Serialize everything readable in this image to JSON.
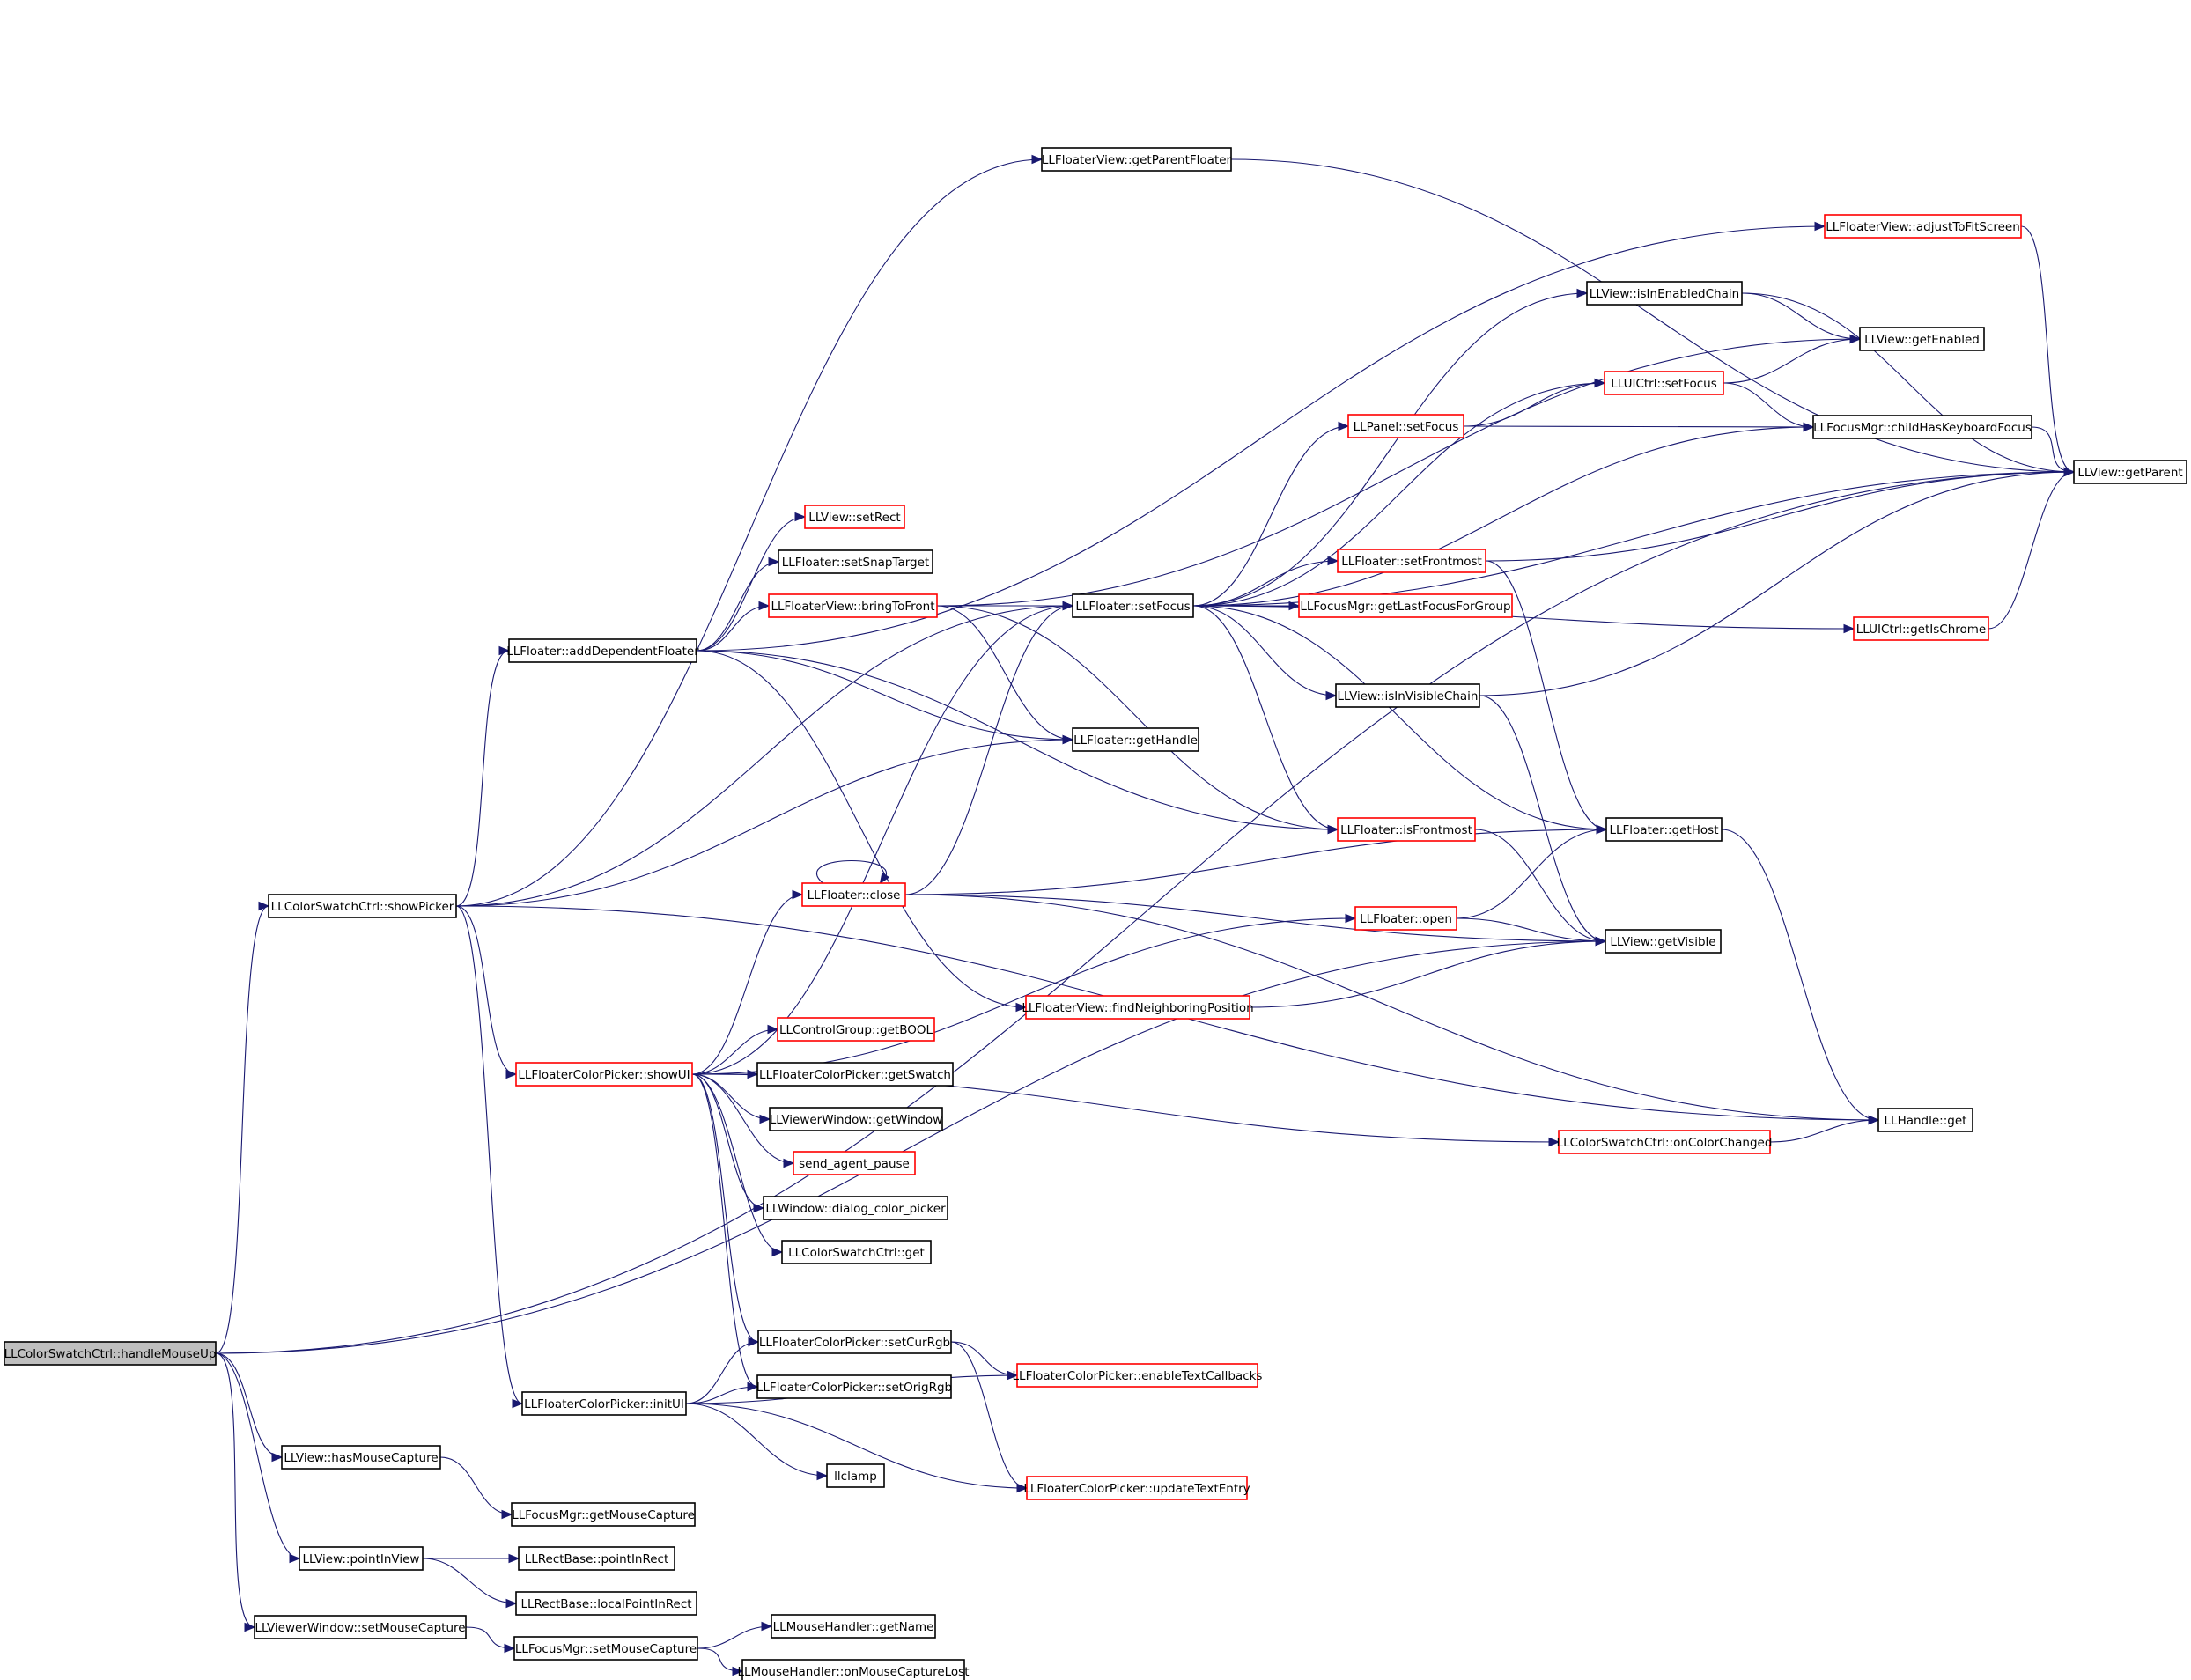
{
  "colors": {
    "edge": "#191970",
    "node_border_default": "#000000",
    "node_border_truncated": "#ff0000",
    "root_fill": "#bfbfbf",
    "node_fill": "#ffffff",
    "background": "#ffffff"
  },
  "nodes": [
    {
      "id": "root",
      "label": "LLColorSwatchCtrl::handleMouseUp",
      "root": true,
      "truncated": false
    },
    {
      "id": "showPicker",
      "label": "LLColorSwatchCtrl::showPicker",
      "truncated": false
    },
    {
      "id": "hasMouseCapture",
      "label": "LLView::hasMouseCapture",
      "truncated": false
    },
    {
      "id": "pointInView",
      "label": "LLView::pointInView",
      "truncated": false
    },
    {
      "id": "vwSetMouseCapture",
      "label": "LLViewerWindow::setMouseCapture",
      "truncated": false
    },
    {
      "id": "getParentFloater",
      "label": "LLFloaterView::getParentFloater",
      "truncated": false
    },
    {
      "id": "adjustToFitScreen",
      "label": "LLFloaterView::adjustToFitScreen",
      "truncated": true
    },
    {
      "id": "isInEnabledChain",
      "label": "LLView::isInEnabledChain",
      "truncated": false
    },
    {
      "id": "getEnabled",
      "label": "LLView::getEnabled",
      "truncated": false
    },
    {
      "id": "uiSetFocus",
      "label": "LLUICtrl::setFocus",
      "truncated": true
    },
    {
      "id": "panelSetFocus",
      "label": "LLPanel::setFocus",
      "truncated": true
    },
    {
      "id": "childHasKeyboardFocus",
      "label": "LLFocusMgr::childHasKeyboardFocus",
      "truncated": false
    },
    {
      "id": "getParent",
      "label": "LLView::getParent",
      "truncated": false
    },
    {
      "id": "setRect",
      "label": "LLView::setRect",
      "truncated": true
    },
    {
      "id": "setSnapTarget",
      "label": "LLFloater::setSnapTarget",
      "truncated": false
    },
    {
      "id": "setFrontmost",
      "label": "LLFloater::setFrontmost",
      "truncated": true
    },
    {
      "id": "bringToFront",
      "label": "LLFloaterView::bringToFront",
      "truncated": true
    },
    {
      "id": "floaterSetFocus",
      "label": "LLFloater::setFocus",
      "truncated": false
    },
    {
      "id": "getLastFocusForGroup",
      "label": "LLFocusMgr::getLastFocusForGroup",
      "truncated": true
    },
    {
      "id": "getIsChrome",
      "label": "LLUICtrl::getIsChrome",
      "truncated": true
    },
    {
      "id": "addDependentFloater",
      "label": "LLFloater::addDependentFloater",
      "truncated": false
    },
    {
      "id": "isInVisibleChain",
      "label": "LLView::isInVisibleChain",
      "truncated": false
    },
    {
      "id": "getHandle",
      "label": "LLFloater::getHandle",
      "truncated": false
    },
    {
      "id": "isFrontmost",
      "label": "LLFloater::isFrontmost",
      "truncated": true
    },
    {
      "id": "getHost",
      "label": "LLFloater::getHost",
      "truncated": false
    },
    {
      "id": "close",
      "label": "LLFloater::close",
      "truncated": true
    },
    {
      "id": "open",
      "label": "LLFloater::open",
      "truncated": true
    },
    {
      "id": "getVisible",
      "label": "LLView::getVisible",
      "truncated": false
    },
    {
      "id": "findNeighboringPosition",
      "label": "LLFloaterView::findNeighboringPosition",
      "truncated": true
    },
    {
      "id": "getBOOL",
      "label": "LLControlGroup::getBOOL",
      "truncated": true
    },
    {
      "id": "showUI",
      "label": "LLFloaterColorPicker::showUI",
      "truncated": true
    },
    {
      "id": "getSwatch",
      "label": "LLFloaterColorPicker::getSwatch",
      "truncated": false
    },
    {
      "id": "getWindow",
      "label": "LLViewerWindow::getWindow",
      "truncated": false
    },
    {
      "id": "sendAgentPause",
      "label": "send_agent_pause",
      "truncated": true
    },
    {
      "id": "dialogColorPicker",
      "label": "LLWindow::dialog_color_picker",
      "truncated": false
    },
    {
      "id": "swatchGet",
      "label": "LLColorSwatchCtrl::get",
      "truncated": false
    },
    {
      "id": "handleGet",
      "label": "LLHandle::get",
      "truncated": false
    },
    {
      "id": "onColorChanged",
      "label": "LLColorSwatchCtrl::onColorChanged",
      "truncated": true
    },
    {
      "id": "setCurRgb",
      "label": "LLFloaterColorPicker::setCurRgb",
      "truncated": false
    },
    {
      "id": "enableTextCallbacks",
      "label": "LLFloaterColorPicker::enableTextCallbacks",
      "truncated": true
    },
    {
      "id": "initUI",
      "label": "LLFloaterColorPicker::initUI",
      "truncated": false
    },
    {
      "id": "setOrigRgb",
      "label": "LLFloaterColorPicker::setOrigRgb",
      "truncated": false
    },
    {
      "id": "llclamp",
      "label": "llclamp",
      "truncated": false
    },
    {
      "id": "updateTextEntry",
      "label": "LLFloaterColorPicker::updateTextEntry",
      "truncated": true
    },
    {
      "id": "getMouseCapture",
      "label": "LLFocusMgr::getMouseCapture",
      "truncated": false
    },
    {
      "id": "pointInRect",
      "label": "LLRectBase::pointInRect",
      "truncated": false
    },
    {
      "id": "localPointInRect",
      "label": "LLRectBase::localPointInRect",
      "truncated": false
    },
    {
      "id": "fmSetMouseCapture",
      "label": "LLFocusMgr::setMouseCapture",
      "truncated": false
    },
    {
      "id": "getName",
      "label": "LLMouseHandler::getName",
      "truncated": false
    },
    {
      "id": "onMouseCaptureLost",
      "label": "LLMouseHandler::onMouseCaptureLost",
      "truncated": false
    }
  ],
  "edges": [
    [
      "root",
      "showPicker"
    ],
    [
      "root",
      "hasMouseCapture"
    ],
    [
      "root",
      "pointInView"
    ],
    [
      "root",
      "vwSetMouseCapture"
    ],
    [
      "root",
      "getParent"
    ],
    [
      "root",
      "getVisible"
    ],
    [
      "showPicker",
      "getParentFloater"
    ],
    [
      "showPicker",
      "floaterSetFocus"
    ],
    [
      "showPicker",
      "addDependentFloater"
    ],
    [
      "showPicker",
      "getHandle"
    ],
    [
      "showPicker",
      "showUI"
    ],
    [
      "showPicker",
      "initUI"
    ],
    [
      "showPicker",
      "handleGet"
    ],
    [
      "getParentFloater",
      "getParent"
    ],
    [
      "adjustToFitScreen",
      "getParent"
    ],
    [
      "isInEnabledChain",
      "getEnabled"
    ],
    [
      "isInEnabledChain",
      "getParent"
    ],
    [
      "uiSetFocus",
      "getEnabled"
    ],
    [
      "uiSetFocus",
      "childHasKeyboardFocus"
    ],
    [
      "panelSetFocus",
      "uiSetFocus"
    ],
    [
      "panelSetFocus",
      "childHasKeyboardFocus"
    ],
    [
      "childHasKeyboardFocus",
      "getParent"
    ],
    [
      "setFrontmost",
      "getParent"
    ],
    [
      "setFrontmost",
      "getHost"
    ],
    [
      "bringToFront",
      "floaterSetFocus"
    ],
    [
      "bringToFront",
      "getHandle"
    ],
    [
      "bringToFront",
      "isFrontmost"
    ],
    [
      "bringToFront",
      "getEnabled"
    ],
    [
      "floaterSetFocus",
      "isInEnabledChain"
    ],
    [
      "floaterSetFocus",
      "uiSetFocus"
    ],
    [
      "floaterSetFocus",
      "panelSetFocus"
    ],
    [
      "floaterSetFocus",
      "childHasKeyboardFocus"
    ],
    [
      "floaterSetFocus",
      "getParent"
    ],
    [
      "floaterSetFocus",
      "setFrontmost"
    ],
    [
      "floaterSetFocus",
      "getLastFocusForGroup"
    ],
    [
      "floaterSetFocus",
      "getIsChrome"
    ],
    [
      "floaterSetFocus",
      "isInVisibleChain"
    ],
    [
      "floaterSetFocus",
      "getHost"
    ],
    [
      "floaterSetFocus",
      "isFrontmost"
    ],
    [
      "getIsChrome",
      "getParent"
    ],
    [
      "addDependentFloater",
      "setRect"
    ],
    [
      "addDependentFloater",
      "setSnapTarget"
    ],
    [
      "addDependentFloater",
      "bringToFront"
    ],
    [
      "addDependentFloater",
      "getHandle"
    ],
    [
      "addDependentFloater",
      "isFrontmost"
    ],
    [
      "addDependentFloater",
      "adjustToFitScreen"
    ],
    [
      "addDependentFloater",
      "findNeighboringPosition"
    ],
    [
      "isInVisibleChain",
      "getParent"
    ],
    [
      "isInVisibleChain",
      "getVisible"
    ],
    [
      "isFrontmost",
      "getVisible"
    ],
    [
      "getHost",
      "handleGet"
    ],
    [
      "close",
      "close"
    ],
    [
      "close",
      "floaterSetFocus"
    ],
    [
      "close",
      "getHost"
    ],
    [
      "close",
      "getVisible"
    ],
    [
      "close",
      "handleGet"
    ],
    [
      "open",
      "getHost"
    ],
    [
      "open",
      "getVisible"
    ],
    [
      "findNeighboringPosition",
      "getVisible"
    ],
    [
      "showUI",
      "getBOOL"
    ],
    [
      "showUI",
      "getSwatch"
    ],
    [
      "showUI",
      "getWindow"
    ],
    [
      "showUI",
      "sendAgentPause"
    ],
    [
      "showUI",
      "dialogColorPicker"
    ],
    [
      "showUI",
      "swatchGet"
    ],
    [
      "showUI",
      "setCurRgb"
    ],
    [
      "showUI",
      "setOrigRgb"
    ],
    [
      "showUI",
      "close"
    ],
    [
      "showUI",
      "floaterSetFocus"
    ],
    [
      "showUI",
      "open"
    ],
    [
      "showUI",
      "onColorChanged"
    ],
    [
      "onColorChanged",
      "handleGet"
    ],
    [
      "setCurRgb",
      "enableTextCallbacks"
    ],
    [
      "setCurRgb",
      "updateTextEntry"
    ],
    [
      "initUI",
      "setCurRgb"
    ],
    [
      "initUI",
      "setOrigRgb"
    ],
    [
      "initUI",
      "enableTextCallbacks"
    ],
    [
      "initUI",
      "llclamp"
    ],
    [
      "initUI",
      "updateTextEntry"
    ],
    [
      "hasMouseCapture",
      "getMouseCapture"
    ],
    [
      "pointInView",
      "pointInRect"
    ],
    [
      "pointInView",
      "localPointInRect"
    ],
    [
      "vwSetMouseCapture",
      "fmSetMouseCapture"
    ],
    [
      "fmSetMouseCapture",
      "getName"
    ],
    [
      "fmSetMouseCapture",
      "onMouseCaptureLost"
    ]
  ]
}
